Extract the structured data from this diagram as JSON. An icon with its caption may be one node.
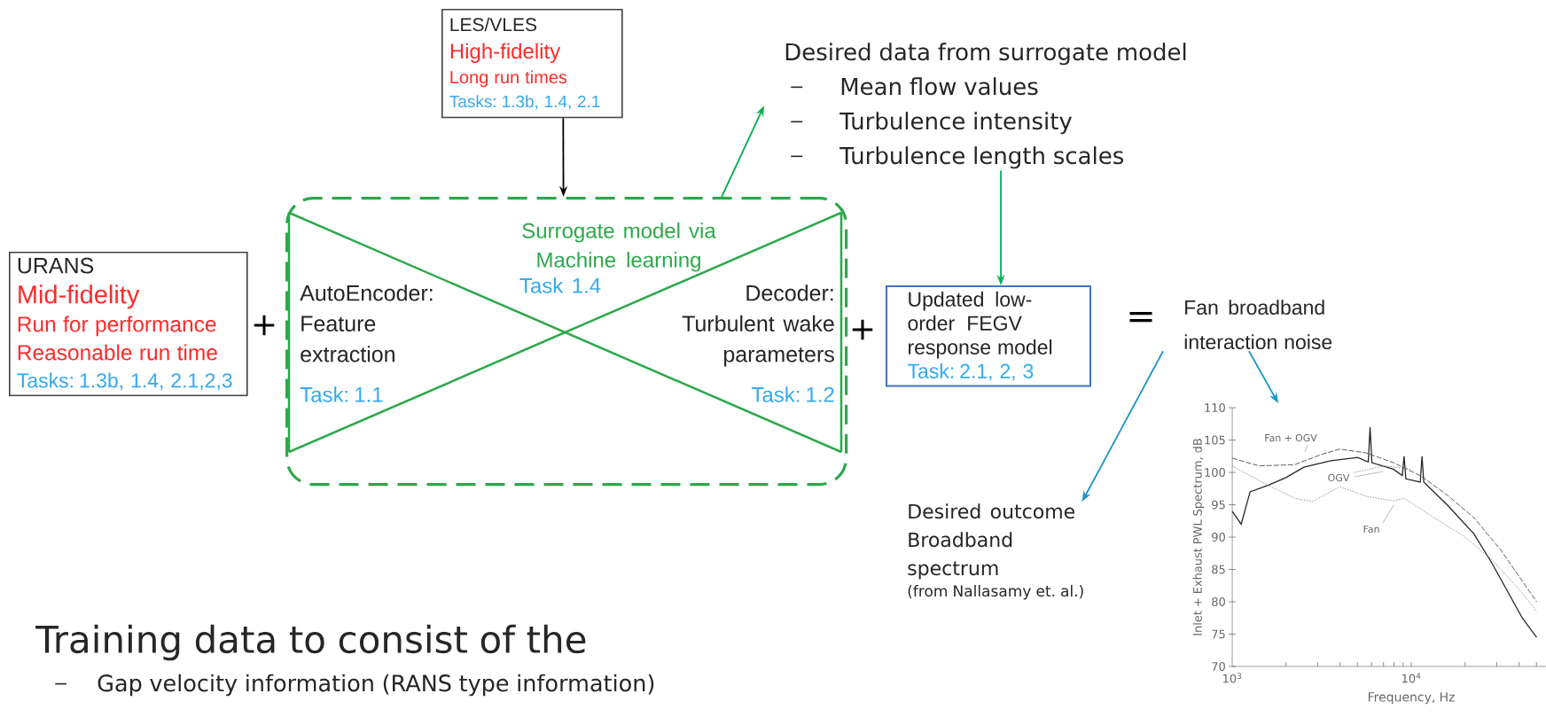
{
  "diagram": {
    "nodes": [
      {
        "text": [
          "LES/VLES",
          "High-fidelity",
          "Long run times",
          "Tasks: 1.3b, 1.4, 2.1"
        ]
      },
      {
        "text": [
          "URANS",
          "Mid-fidelity",
          "Run for performance",
          "Reasonable run time",
          "Tasks: 1.3b, 1.4, 2.1,2,3"
        ]
      },
      {
        "text": [
          "Surrogate model via Machine learning",
          "Task 1.4",
          "AutoEncoder: Feature extraction",
          "Task: 1.1",
          "Decoder: Turbulent wake parameters",
          "Task: 1.2"
        ]
      },
      {
        "text": [
          "Desired data from surrogate model",
          "Mean flow values",
          "Turbulence intensity",
          "Turbulence length scales"
        ]
      },
      {
        "text": [
          "Updated low-order FEGV response model",
          "Task: 2.1, 2, 3"
        ]
      },
      {
        "text": [
          "Fan broadband interaction noise"
        ]
      },
      {
        "text": [
          "Desired outcome Broadband spectrum",
          "(from Nallasamy et. al.)"
        ]
      },
      {
        "text": [
          "Fan + OGV",
          "OGV",
          "Fan"
        ],
        "beside": [
          "110",
          "105",
          "100",
          "95",
          "90",
          "85",
          "80",
          "75",
          "70",
          "10$^{3}$",
          "10$^{4}$",
          "Frequency, Hz",
          "Inlet + Exhaust PWL Spectrum, dB"
        ]
      }
    ],
    "edges": [
      {
        "from": 0,
        "to": 2,
        "arrow": "to",
        "color": "#000000"
      },
      {
        "from": 2,
        "to": 3,
        "arrow": "to",
        "color": "#00b050"
      },
      {
        "from": 3,
        "to": 4,
        "arrow": "to",
        "color": "#00b050"
      },
      {
        "from": 5,
        "to": 6,
        "arrow": "to",
        "color": "#1a94c8"
      },
      {
        "from": 5,
        "to": 7,
        "arrow": "to",
        "color": "#1a94c8"
      }
    ],
    "labels": [
      "+",
      "+",
      "=",
      "Training data to consist of the",
      "Gap velocity information  (RANS type information)"
    ]
  }
}
